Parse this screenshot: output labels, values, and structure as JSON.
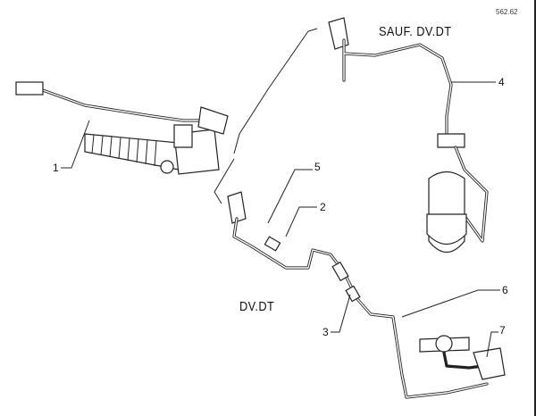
{
  "reference": "562.62",
  "variant_labels": {
    "without": "SAUF. DV.DT",
    "with": "DV.DT"
  },
  "callouts": [
    "1",
    "2",
    "3",
    "4",
    "5",
    "6",
    "7"
  ]
}
